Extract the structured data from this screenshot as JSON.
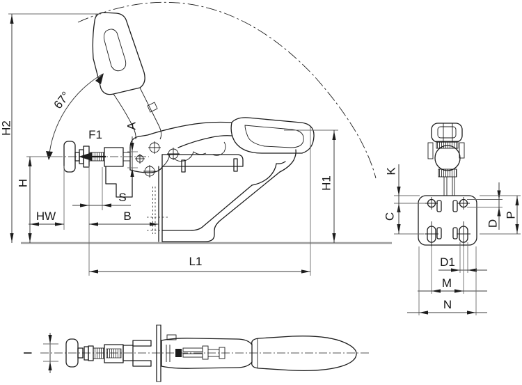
{
  "drawing_title": "Horizontal toggle clamp dimensional drawing",
  "colors": {
    "background": "#ffffff",
    "line": "#1c1c1c",
    "dimension_line": "#3a3a3a",
    "baseline": "#9a9a9a",
    "text": "#161616"
  },
  "dims": {
    "h2": "H2",
    "h": "H",
    "hw": "HW",
    "s": "S",
    "b": "B",
    "l1": "L1",
    "f1": "F1",
    "a": "A",
    "angle": "67°",
    "h1": "H1",
    "k": "K",
    "c": "C",
    "d": "D",
    "p": "P",
    "d1": "D1",
    "m": "M",
    "n": "N",
    "i": "I"
  }
}
